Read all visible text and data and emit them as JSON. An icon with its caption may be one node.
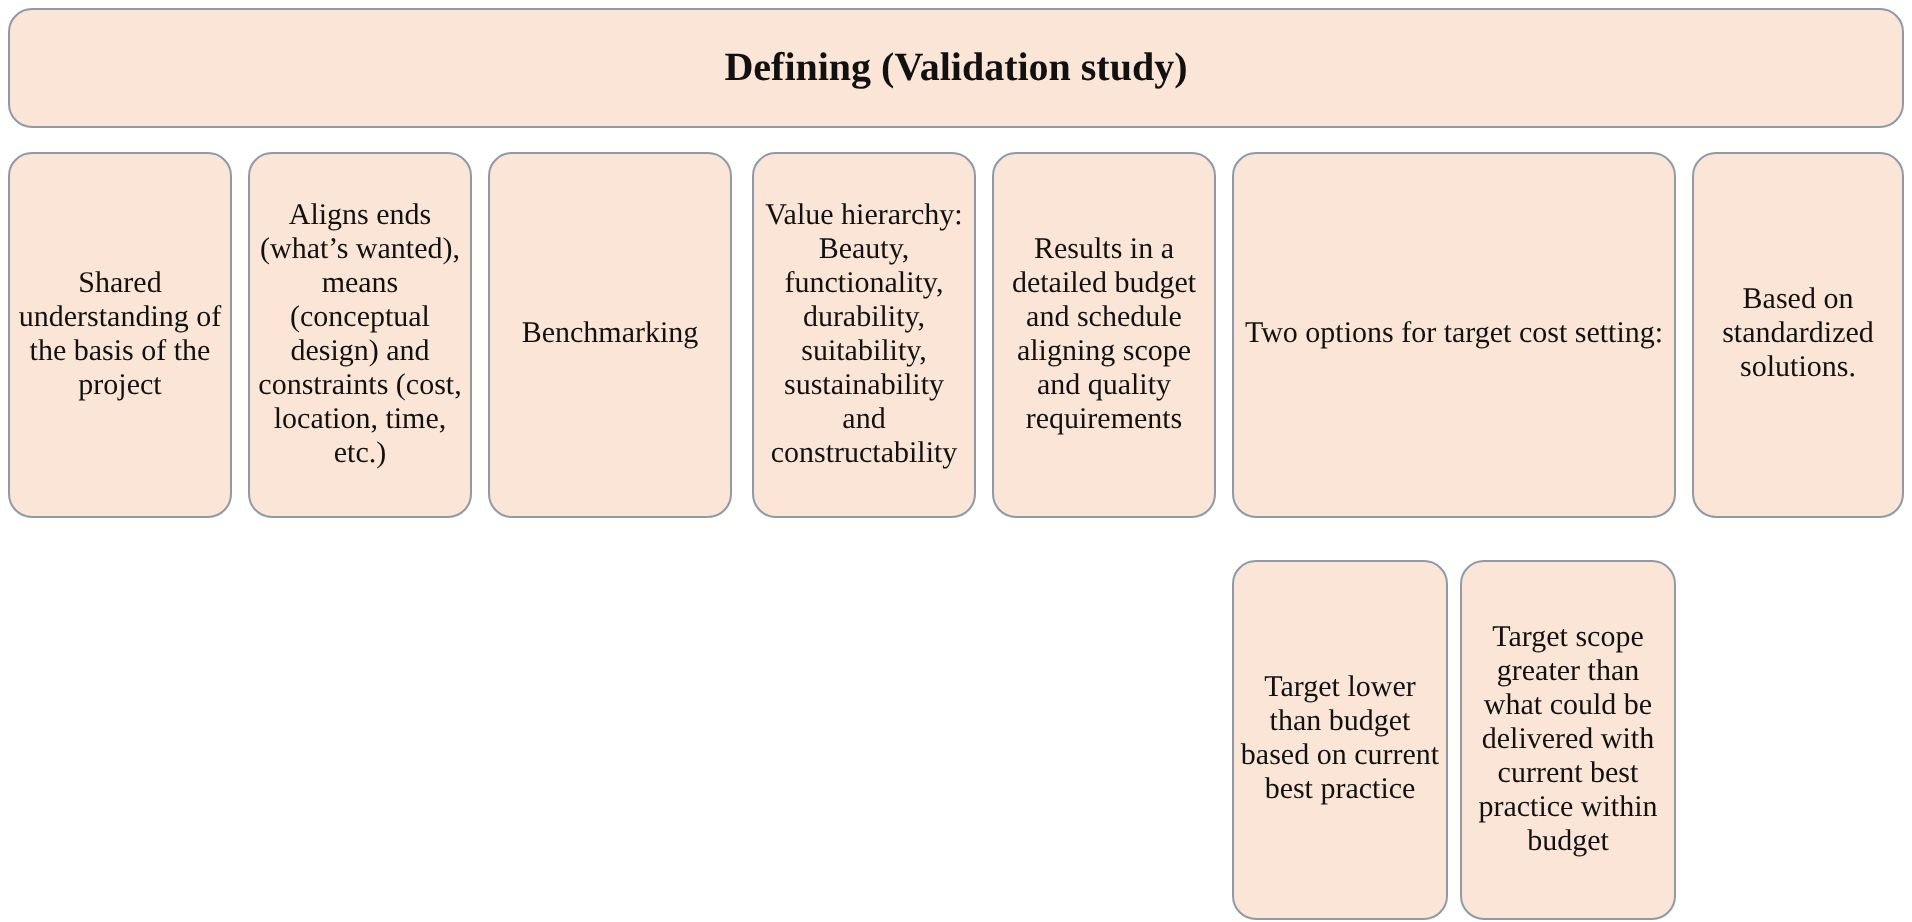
{
  "diagram": {
    "nodes": [
      {
        "text": [
          "Defining (Validation study)"
        ]
      },
      {
        "text": [
          "Shared understanding of the basis of the project"
        ]
      },
      {
        "text": [
          "Aligns ends (what’s wanted), means (conceptual design) and constraints (cost, location, time, etc.)"
        ]
      },
      {
        "text": [
          "Benchmarking"
        ]
      },
      {
        "text": [
          "Value hierarchy: Beauty, functionality, durability, suitability, sustainability and constructability"
        ]
      },
      {
        "text": [
          "Results in a detailed budget and schedule aligning scope and quality requirements"
        ]
      },
      {
        "text": [
          "Two options for target cost setting:"
        ]
      },
      {
        "text": [
          "Based on standardized solutions."
        ]
      },
      {
        "text": [
          "Target lower than budget based on current best practice"
        ]
      },
      {
        "text": [
          "Target scope greater than what could be delivered with current best practice within budget"
        ]
      }
    ],
    "edges": []
  }
}
